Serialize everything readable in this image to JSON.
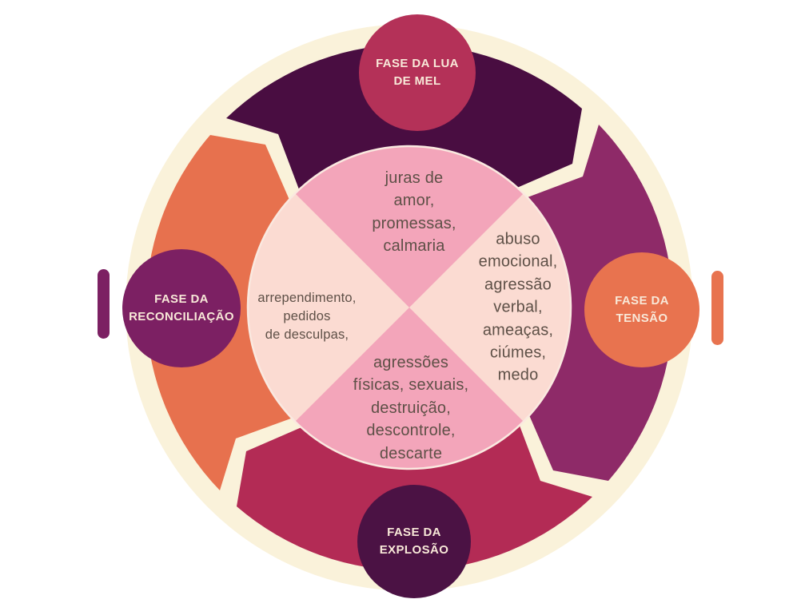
{
  "colors": {
    "background": "#ffffff",
    "cream_ring": "#faf2da",
    "segment_honeymoon": "#490d41",
    "segment_tension": "#8e2a68",
    "segment_explosion": "#b32b55",
    "segment_reconciliation": "#e7714e",
    "badge_honeymoon": "#b43158",
    "badge_tension": "#e8734f",
    "badge_explosion": "#4b1244",
    "badge_reconciliation": "#7c2063",
    "wedge_pink": "#f3a5ba",
    "wedge_peach": "#fbdbd2",
    "inner_outline": "#fae9e0",
    "body_text": "#5e5047",
    "badge_text": "#f8e8d8",
    "bar_left": "#7c2063",
    "bar_right": "#e8734f"
  },
  "badges": {
    "honeymoon": "FASE DA LUA\nDE MEL",
    "tension": "FASE DA\nTENSÃO",
    "explosion": "FASE DA\nEXPLOSÃO",
    "reconciliation": "FASE DA\nRECONCILIAÇÃO"
  },
  "center": {
    "honeymoon_text": "juras de\namor,\npromessas,\ncalmaria",
    "tension_text": "abuso\nemocional,\nagressão\nverbal,\nameaças,\nciúmes,\nmedo",
    "explosion_text": "agressões\nfísicas, sexuais,\ndestruição,\ndescontrole,\ndescarte",
    "reconciliation_text": "arrependimento,\npedidos\nde desculpas,"
  }
}
